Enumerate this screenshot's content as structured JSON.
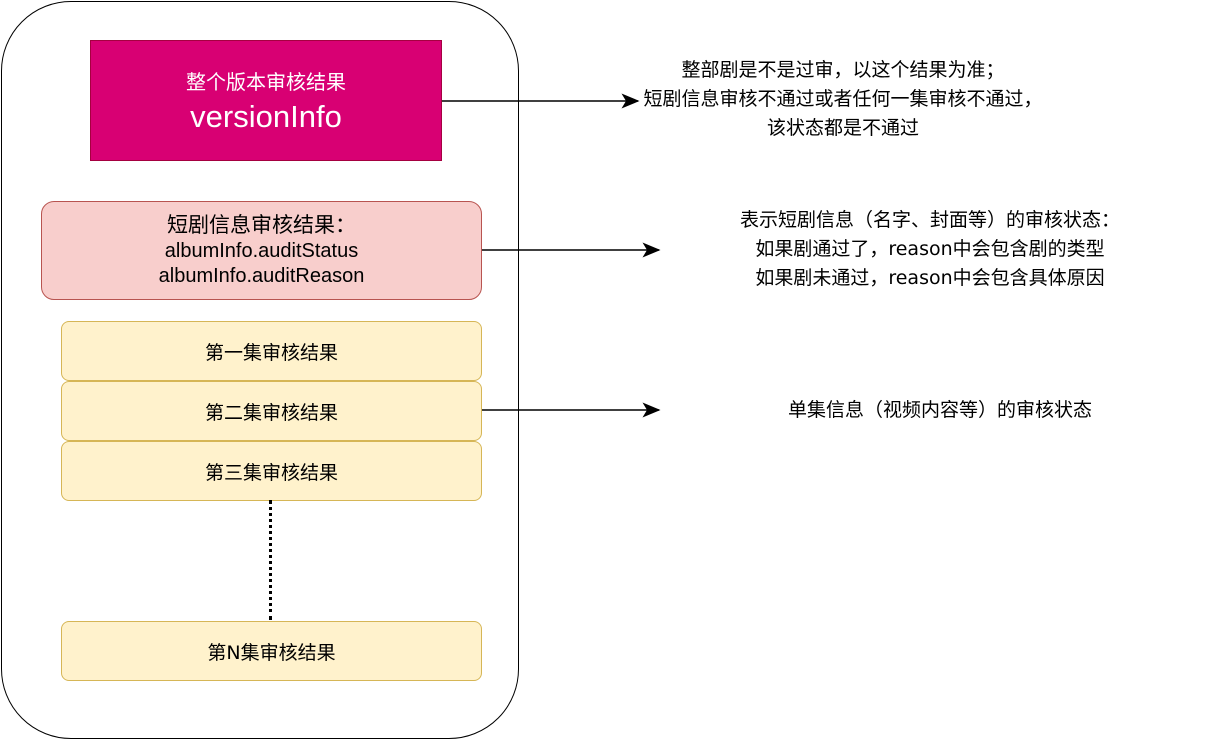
{
  "version_box": {
    "title": "整个版本审核结果",
    "field": "versionInfo"
  },
  "album_box": {
    "title": "短剧信息审核结果：",
    "field1": "albumInfo.auditStatus",
    "field2": "albumInfo.auditReason"
  },
  "episodes": [
    "第一集审核结果",
    "第二集审核结果",
    "第三集审核结果",
    "第N集审核结果"
  ],
  "notes": {
    "version": [
      "整部剧是不是过审，以这个结果为准；",
      "短剧信息审核不通过或者任何一集审核不通过，",
      "该状态都是不通过"
    ],
    "album": [
      "表示短剧信息（名字、封面等）的审核状态：",
      "如果剧通过了，reason中会包含剧的类型",
      "如果剧未通过，reason中会包含具体原因"
    ],
    "episode": "单集信息（视频内容等）的审核状态"
  },
  "colors": {
    "version_fill": "#d80073",
    "album_fill": "#f8cecc",
    "album_stroke": "#b85450",
    "episode_fill": "#fff2cc",
    "episode_stroke": "#d6b656"
  }
}
